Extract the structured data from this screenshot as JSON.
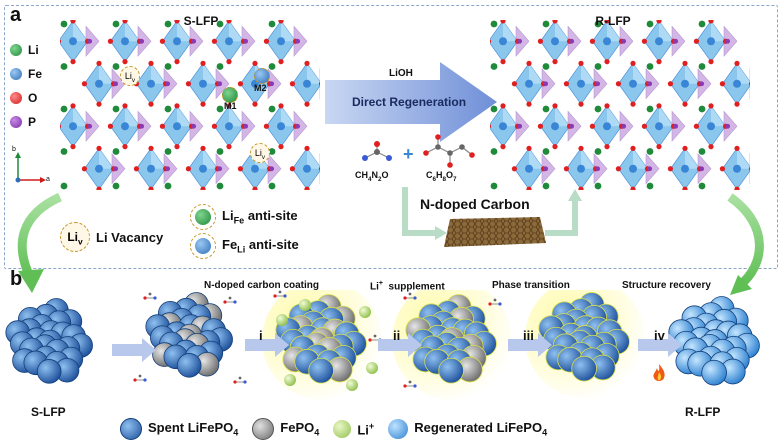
{
  "panel_a": {
    "letter": "a",
    "left_title": "S-LFP",
    "right_title": "R-LFP",
    "legend": [
      {
        "label": "Li",
        "color": "#1f8a3a"
      },
      {
        "label": "Fe",
        "color": "#3a86d6"
      },
      {
        "label": "O",
        "color": "#e02020"
      },
      {
        "label": "P",
        "color": "#8a3ab5"
      }
    ],
    "axes": {
      "b": "b",
      "a": "a"
    },
    "site_labels": {
      "li": "Li",
      "li_sub": "v",
      "m1": "M1",
      "m2": "M2"
    },
    "arrow_top": "LiOH",
    "arrow_label": "Direct Regeneration",
    "reagent1": {
      "main": "CH",
      "sub1": "4",
      "mid": "N",
      "sub2": "2",
      "end": "O"
    },
    "reagent2": {
      "main": "C",
      "sub1": "6",
      "mid": "H",
      "sub2": "8",
      "end": "O",
      "sub3": "7"
    },
    "carbon_label": "N-doped Carbon",
    "defects": {
      "vacancy": {
        "main": "Li",
        "sub": "v",
        "text": "Li Vacancy"
      },
      "li_fe": {
        "main": "Li",
        "sub": "Fe",
        "text": "anti-site"
      },
      "fe_li": {
        "main": "Fe",
        "sub": "Li",
        "text": "anti-site"
      }
    }
  },
  "panel_b": {
    "letter": "b",
    "step_labels": [
      "N-doped carbon coating",
      "Li",
      "supplement",
      "Phase transition",
      "Structure recovery"
    ],
    "li_plus_sup": "+",
    "roman": [
      "i",
      "ii",
      "iii",
      "iv"
    ],
    "start_label": "S-LFP",
    "end_label": "R-LFP",
    "legend": [
      {
        "main": "Spent LiFePO",
        "sub": "4"
      },
      {
        "main": "FePO",
        "sub": "4"
      },
      {
        "main": "Li",
        "sup": "+"
      },
      {
        "main": "Regenerated LiFePO",
        "sub": "4"
      }
    ]
  }
}
